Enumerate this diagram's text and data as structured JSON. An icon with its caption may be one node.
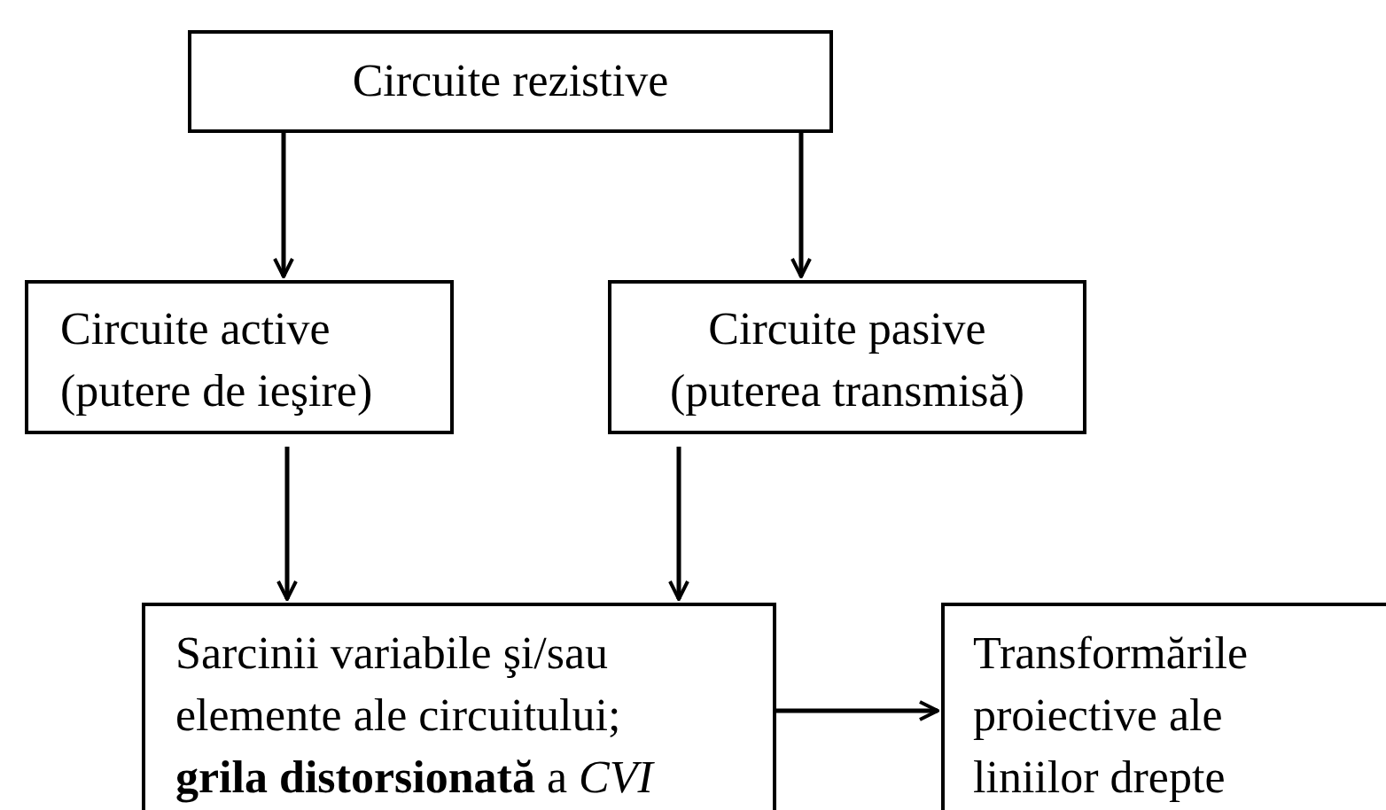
{
  "diagram": {
    "nodes": [
      {
        "text": [
          "Circuite rezistive"
        ]
      },
      {
        "text": [
          "Circuite active (putere de ieşire)"
        ]
      },
      {
        "text": [
          "Circuite pasive (puterea transmisă)"
        ]
      },
      {
        "text": [
          "Sarcinii variabile şi/sau elemente ale circuitului; **grila distorsionată** a *CVI*"
        ]
      },
      {
        "text": [
          "Transformările proiective ale liniilor drepte"
        ]
      }
    ],
    "edges": [
      {
        "from": 0,
        "to": 1,
        "arrow": "to"
      },
      {
        "from": 0,
        "to": 2,
        "arrow": "to"
      },
      {
        "from": 1,
        "to": 3,
        "arrow": "to"
      },
      {
        "from": 2,
        "to": 3,
        "arrow": "to"
      },
      {
        "from": 3,
        "to": 4,
        "arrow": "to"
      }
    ]
  }
}
